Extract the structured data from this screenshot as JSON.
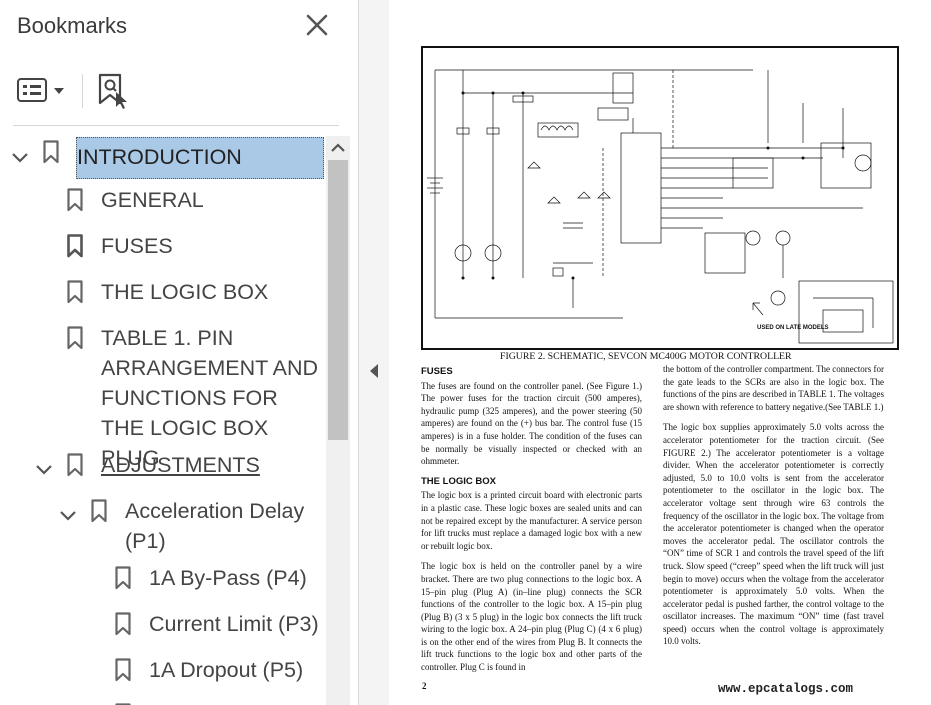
{
  "sidebar": {
    "title": "Bookmarks",
    "close_icon": "close-icon",
    "tools": {
      "options_icon": "bookmark-options-icon",
      "find_icon": "find-current-bookmark-icon"
    },
    "items": [
      {
        "label": "INTRODUCTION",
        "level": 0,
        "expanded": true,
        "selected": true
      },
      {
        "label": "GENERAL",
        "level": 1
      },
      {
        "label": "FUSES",
        "level": 1
      },
      {
        "label": "THE LOGIC BOX",
        "level": 1
      },
      {
        "label": "TABLE 1. PIN ARRANGEMENT AND FUNCTIONS FOR THE LOGIC BOX PLUG",
        "level": 1
      },
      {
        "label": "ADJUSTMENTS",
        "level": 1,
        "expanded": true
      },
      {
        "label": "Acceleration Delay (P1)",
        "level": 2,
        "expanded": true
      },
      {
        "label": "1A By-Pass (P4)",
        "level": 3
      },
      {
        "label": "Current Limit (P3)",
        "level": 3
      },
      {
        "label": "1A Dropout (P5)",
        "level": 3
      }
    ]
  },
  "document": {
    "figure_caption": "FIGURE 2. SCHEMATIC, SEVCON MC400G MOTOR CONTROLLER",
    "schematic_note": "USED ON LATE MODELS",
    "left_column": {
      "fuses_heading": "FUSES",
      "fuses_text": "The fuses are found on the controller panel. (See Figure 1.) The power fuses for the traction circuit (500 amperes), hydraulic pump (325 amperes), and the power steering (50 amperes) are found on the (+) bus bar. The control fuse (15 amperes) is in a fuse holder. The condition of the fuses can be normally be visually inspected or checked with an ohmmeter.",
      "logic_heading": "THE LOGIC BOX",
      "logic_p1": "The logic box is a printed circuit board with electronic parts in a plastic case. These logic boxes are sealed units and can not be repaired except by the manufacturer. A service person for lift trucks must replace a damaged logic box with a new or rebuilt logic box.",
      "logic_p2": "The logic box is held on the controller panel by a wire bracket. There are two plug connections to the logic box. A 15–pin plug (Plug A) (in–line plug) connects the SCR functions of the controller to the logic box. A 15–pin plug (Plug B) (3 x 5 plug) in the logic box connects the lift truck wiring to the logic box. A 24–pin plug (Plug C) (4 x 6 plug) is on the other end of the wires from Plug B. It connects the lift truck functions to the logic box and other parts of the controller. Plug C is found in"
    },
    "right_column": {
      "p1": "the bottom of the controller compartment. The connectors for the gate leads to the SCRs are also in the logic box. The functions of the pins are described in TABLE 1. The voltages are shown with reference to battery negative.(See TABLE 1.)",
      "p2": "The logic box supplies approximately 5.0 volts across the accelerator potentiometer for the traction circuit. (See FIGURE 2.) The accelerator potentiometer is a voltage divider. When the accelerator potentiometer is correctly adjusted, 5.0 to 10.0 volts is sent from the accelerator potentiometer to the oscillator in the logic box. The accelerator voltage sent through wire 63 controls the frequency of the oscillator in the logic box. The voltage from the accelerator potentiometer is changed when the operator moves the accelerator pedal. The oscillator controls the “ON” time of SCR 1 and controls the travel speed of the lift truck. Slow speed (“creep” speed when the lift truck will just begin to move) occurs when the voltage from the accelerator potentiometer is approximately 5.0 volts. When the accelerator pedal is pushed farther, the control voltage to the oscillator increases. The maximum “ON” time (fast travel speed) occurs when the control voltage is approximately 10.0 volts."
    },
    "page_number": "2",
    "website": "www.epcatalogs.com"
  }
}
